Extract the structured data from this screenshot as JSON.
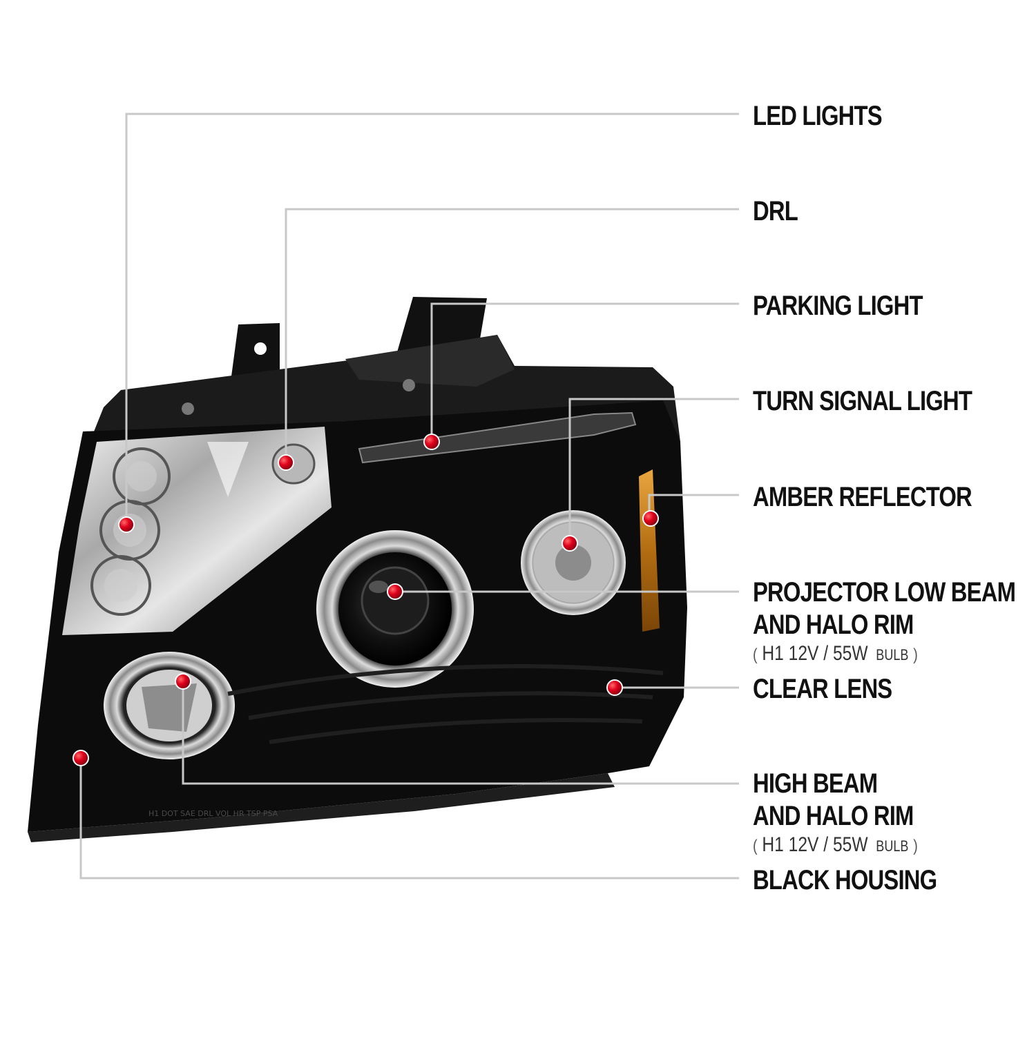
{
  "callouts": [
    {
      "id": "led-lights",
      "label": "LED LIGHTS"
    },
    {
      "id": "drl",
      "label": "DRL"
    },
    {
      "id": "parking-light",
      "label": "PARKING LIGHT"
    },
    {
      "id": "turn-signal-light",
      "label": "TURN SIGNAL LIGHT"
    },
    {
      "id": "amber-reflector",
      "label": "AMBER REFLECTOR"
    },
    {
      "id": "projector-low-beam",
      "label_line1": "PROJECTOR LOW BEAM",
      "label_line2": "AND HALO RIM",
      "spec": {
        "open": "(",
        "value": "H1  12V / 55W",
        "unit": "BULB",
        "close": ")"
      }
    },
    {
      "id": "clear-lens",
      "label": "CLEAR LENS"
    },
    {
      "id": "high-beam",
      "label_line1": "HIGH BEAM",
      "label_line2": "AND HALO RIM",
      "spec": {
        "open": "(",
        "value": "H1  12V / 55W",
        "unit": "BULB",
        "close": ")"
      }
    },
    {
      "id": "black-housing",
      "label": "BLACK HOUSING"
    }
  ],
  "housing_markings": "H1  DOT  SAE  DRL  VOL  HR  TSP  PSA",
  "colors": {
    "leader_line": "#c8c8c8",
    "marker": "#e0001b",
    "housing": "#0c0c0c",
    "amber": "#c07a10"
  }
}
